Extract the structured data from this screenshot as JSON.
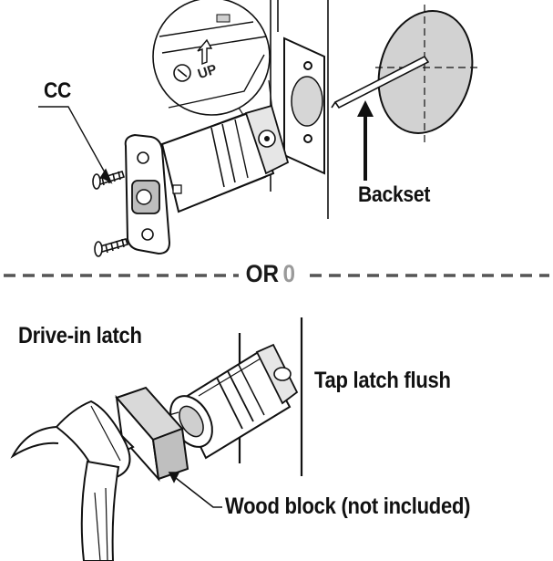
{
  "labels": {
    "cc": "CC",
    "backset": "Backset",
    "up": "UP",
    "or": "OR",
    "or_number": "0",
    "drive_in": "Drive-in latch",
    "tap_flush": "Tap latch flush",
    "wood_block": "Wood block (not included)"
  },
  "colors": {
    "ink": "#111111",
    "shade": "#cfcfcf",
    "or_number": "#9a9a9a",
    "divider": "#555555"
  }
}
